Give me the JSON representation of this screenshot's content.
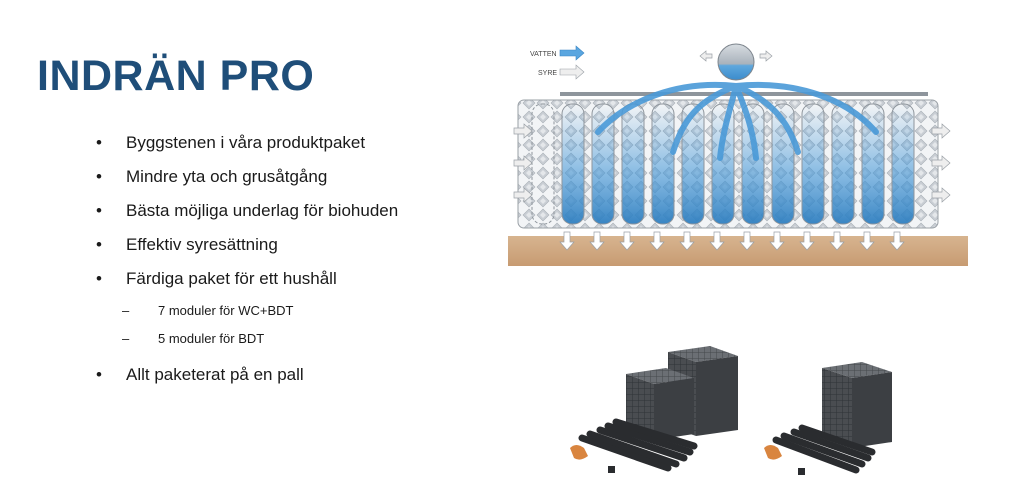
{
  "slide": {
    "title": "INDRÄN PRO",
    "bullets": [
      {
        "marker": "•",
        "text": "Byggstenen i våra produktpaket"
      },
      {
        "marker": "•",
        "text": "Mindre yta och grusåtgång"
      },
      {
        "marker": "•",
        "text": "Bästa möjliga underlag för biohuden"
      },
      {
        "marker": "•",
        "text": "Effektiv syresättning"
      },
      {
        "marker": "•",
        "text": "Färdiga paket för ett hushåll",
        "sub": [
          {
            "marker": "–",
            "text": "7 moduler för WC+BDT"
          },
          {
            "marker": "–",
            "text": "5 moduler för BDT"
          }
        ]
      },
      {
        "marker": "•",
        "text": "Allt paketerat på en pall"
      }
    ]
  },
  "diagram": {
    "legend": [
      {
        "label": "VATTEN",
        "color": "#4a9ad8"
      },
      {
        "label": "SYRE",
        "color": "#e8e8e8"
      }
    ]
  },
  "colors": {
    "title": "#1f4e79",
    "water": "#4a9ad8",
    "ground": "#d9b48f"
  }
}
